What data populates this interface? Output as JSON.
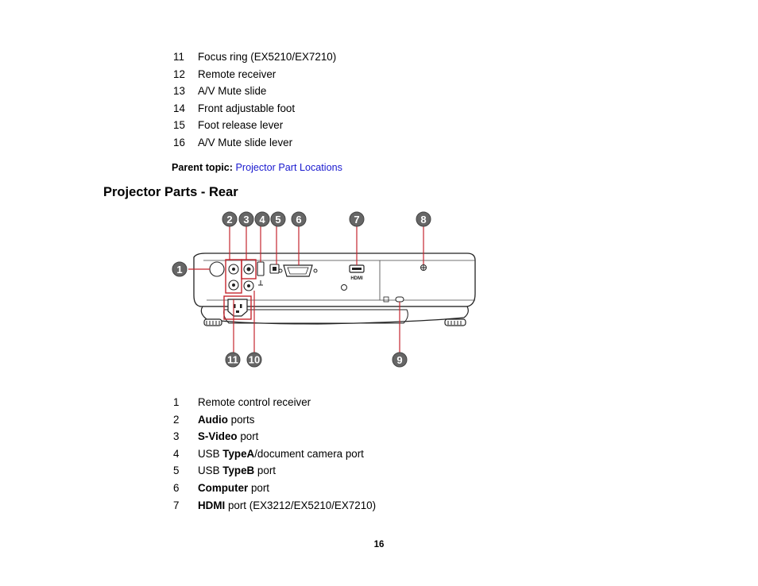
{
  "top_list": [
    {
      "num": "11",
      "parts": [
        {
          "text": "Focus ring (EX5210/EX7210)",
          "bold": false
        }
      ]
    },
    {
      "num": "12",
      "parts": [
        {
          "text": "Remote receiver",
          "bold": false
        }
      ]
    },
    {
      "num": "13",
      "parts": [
        {
          "text": "A/V Mute slide",
          "bold": false
        }
      ]
    },
    {
      "num": "14",
      "parts": [
        {
          "text": "Front adjustable foot",
          "bold": false
        }
      ]
    },
    {
      "num": "15",
      "parts": [
        {
          "text": "Foot release lever",
          "bold": false
        }
      ]
    },
    {
      "num": "16",
      "parts": [
        {
          "text": "A/V Mute slide lever",
          "bold": false
        }
      ]
    }
  ],
  "parent_topic": {
    "label": "Parent topic:",
    "link": "Projector Part Locations"
  },
  "section_heading": "Projector Parts - Rear",
  "figure": {
    "callouts": [
      "1",
      "2",
      "3",
      "4",
      "5",
      "6",
      "7",
      "8",
      "9",
      "10",
      "11"
    ],
    "port_labels": {
      "hdmi": "HDMI"
    },
    "colors": {
      "callout_line": "#c4262e",
      "highlight_box": "#c4262e",
      "outline": "#222222"
    }
  },
  "bottom_list": [
    {
      "num": "1",
      "parts": [
        {
          "text": "Remote control receiver",
          "bold": false
        }
      ]
    },
    {
      "num": "2",
      "parts": [
        {
          "text": "Audio",
          "bold": true
        },
        {
          "text": " ports",
          "bold": false
        }
      ]
    },
    {
      "num": "3",
      "parts": [
        {
          "text": "S-Video",
          "bold": true
        },
        {
          "text": " port",
          "bold": false
        }
      ]
    },
    {
      "num": "4",
      "parts": [
        {
          "text": "USB ",
          "bold": false
        },
        {
          "text": "TypeA",
          "bold": true
        },
        {
          "text": "/document camera port",
          "bold": false
        }
      ]
    },
    {
      "num": "5",
      "parts": [
        {
          "text": "USB ",
          "bold": false
        },
        {
          "text": "TypeB",
          "bold": true
        },
        {
          "text": " port",
          "bold": false
        }
      ]
    },
    {
      "num": "6",
      "parts": [
        {
          "text": "Computer",
          "bold": true
        },
        {
          "text": " port",
          "bold": false
        }
      ]
    },
    {
      "num": "7",
      "parts": [
        {
          "text": "HDMI",
          "bold": true
        },
        {
          "text": " port (EX3212/EX5210/EX7210)",
          "bold": false
        }
      ]
    }
  ],
  "page_number": "16"
}
